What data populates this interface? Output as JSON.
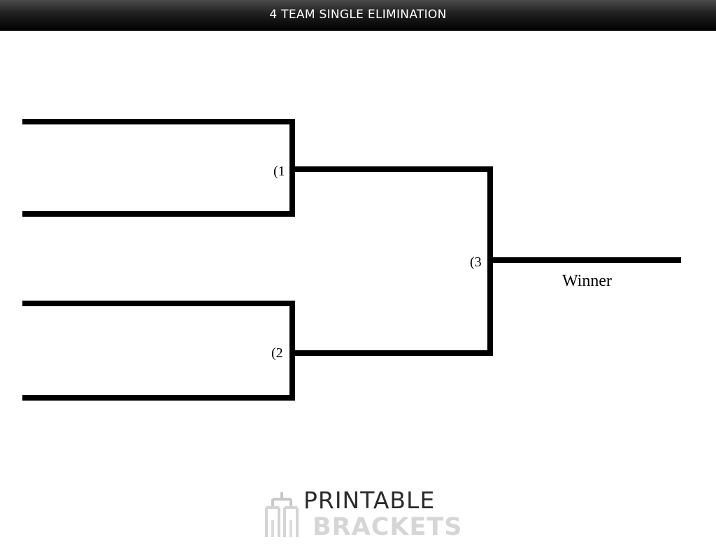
{
  "header": {
    "title": "4 TEAM SINGLE ELIMINATION"
  },
  "bracket": {
    "games": [
      {
        "label": "(1"
      },
      {
        "label": "(2"
      },
      {
        "label": "(3"
      }
    ],
    "winner_label": "Winner"
  },
  "logo": {
    "line1": "PRINTABLE",
    "line2": "BRACKETS",
    "icon": "bracket-logo-icon"
  },
  "colors": {
    "title_bar": "#000000",
    "title_text": "#ffffff",
    "bracket_lines": "#000000",
    "logo_dark": "#2b2b2b",
    "logo_light": "#d6d6d6"
  }
}
